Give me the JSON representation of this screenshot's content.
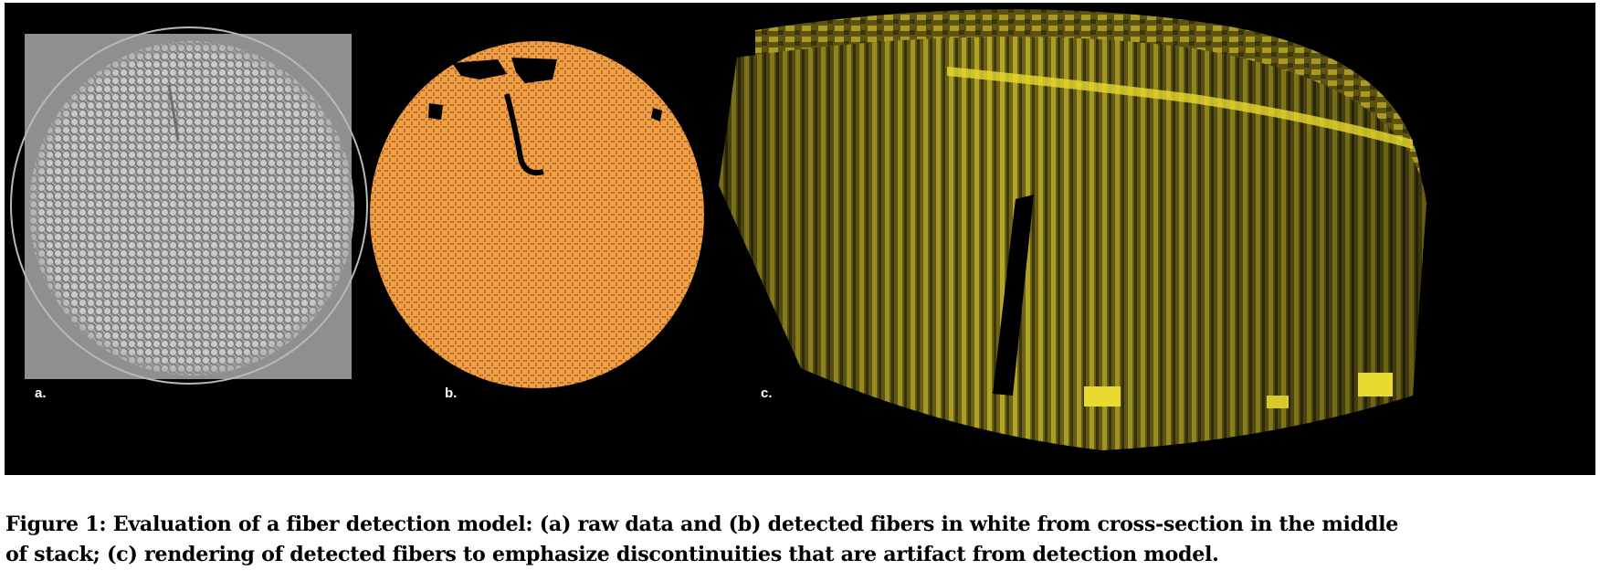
{
  "figure": {
    "panels": [
      {
        "label": "a.",
        "description_name": "raw-data-panel"
      },
      {
        "label": "b.",
        "description_name": "detected-fibers-panel"
      },
      {
        "label": "c.",
        "description_name": "fiber-rendering-panel"
      }
    ],
    "colors": {
      "background": "#000000",
      "raw_gray": "#8a8a8a",
      "fiber_orange": "#f2a03a",
      "matrix_purple": "#5a1f66",
      "render_yellow": "#d8c92a",
      "render_dark": "#4f4710"
    }
  },
  "caption": {
    "line1": "Figure 1: Evaluation of a fiber detection model: (a) raw data and (b) detected fibers in white from cross-section in the middle",
    "line2": "of stack; (c) rendering of detected fibers to emphasize discontinuities that are artifact from detection model."
  }
}
